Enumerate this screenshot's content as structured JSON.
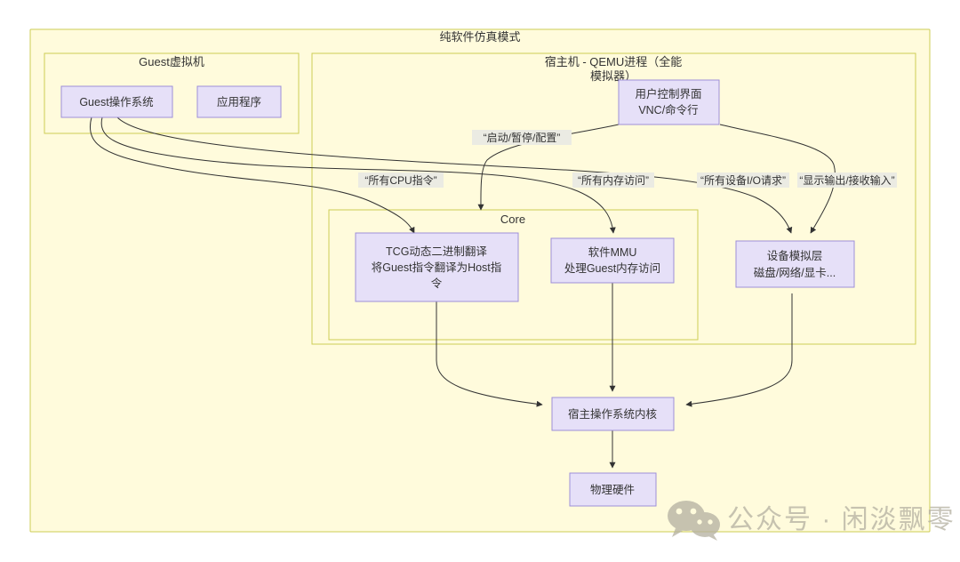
{
  "diagram": {
    "title": "纯软件仿真模式",
    "containers": [
      {
        "id": "outer",
        "label": "纯软件仿真模式"
      },
      {
        "id": "guest",
        "label": "Guest虚拟机"
      },
      {
        "id": "host",
        "label_line1": "宿主机 - QEMU进程（全能",
        "label_line2": "模拟器）"
      },
      {
        "id": "core",
        "label": "Core"
      }
    ],
    "nodes": [
      {
        "id": "guest-os",
        "line1": "Guest操作系统",
        "line2": ""
      },
      {
        "id": "app",
        "line1": "应用程序",
        "line2": ""
      },
      {
        "id": "ui",
        "line1": "用户控制界面",
        "line2": "VNC/命令行"
      },
      {
        "id": "tcg",
        "line1": "TCG动态二进制翻译",
        "line2": "将Guest指令翻译为Host指",
        "line3": "令"
      },
      {
        "id": "mmu",
        "line1": "软件MMU",
        "line2": "处理Guest内存访问"
      },
      {
        "id": "device",
        "line1": "设备模拟层",
        "line2": "磁盘/网络/显卡..."
      },
      {
        "id": "kernel",
        "line1": "宿主操作系统内核",
        "line2": ""
      },
      {
        "id": "hardware",
        "line1": "物理硬件",
        "line2": ""
      }
    ],
    "edge_labels": [
      {
        "id": "start-pause-config",
        "text": "“启动/暂停/配置”"
      },
      {
        "id": "all-cpu-instructions",
        "text": "“所有CPU指令”"
      },
      {
        "id": "all-memory-access",
        "text": "“所有内存访问”"
      },
      {
        "id": "all-device-io",
        "text": "“所有设备I/O请求”"
      },
      {
        "id": "display-input",
        "text": "“显示输出/接收输入”"
      }
    ],
    "watermark": {
      "text": "公众号 · 闲淡飘零"
    },
    "colors": {
      "container_fill": "#fffbdc",
      "container_stroke": "#cccc55",
      "node_fill": "#e6e0f8",
      "node_stroke": "#9d8fd8",
      "edge_stroke": "#333333",
      "label_bg": "#ebebe3"
    }
  }
}
